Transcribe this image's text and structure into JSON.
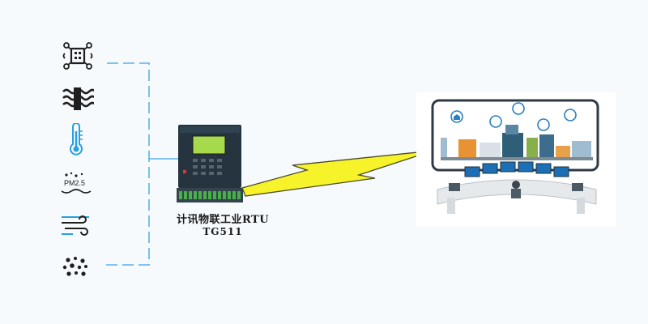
{
  "device": {
    "name_line1": "计讯物联工业RTU",
    "name_line2": "TG511",
    "panel_text": "计讯物联工业RTU TG511"
  },
  "sensors": [
    {
      "icon": "gas-sensor-icon"
    },
    {
      "icon": "water-level-icon"
    },
    {
      "icon": "temperature-icon"
    },
    {
      "icon": "pm25-icon",
      "label": "PM2.5"
    },
    {
      "icon": "wind-icon"
    },
    {
      "icon": "dust-particles-icon"
    }
  ],
  "link": {
    "icon": "lightning-bolt-icon",
    "color": "#f7f32a"
  },
  "colors": {
    "connector": "#59b2e8",
    "icon": "#1f1f1f",
    "thermometer": "#2a9fe0",
    "screen": "#a6d94c"
  },
  "control_center": {
    "icons": [
      "home-icon",
      "gear-network-icon",
      "monitor-icon",
      "cloud-icon",
      "wifi-icon",
      "monitor-icon"
    ]
  }
}
